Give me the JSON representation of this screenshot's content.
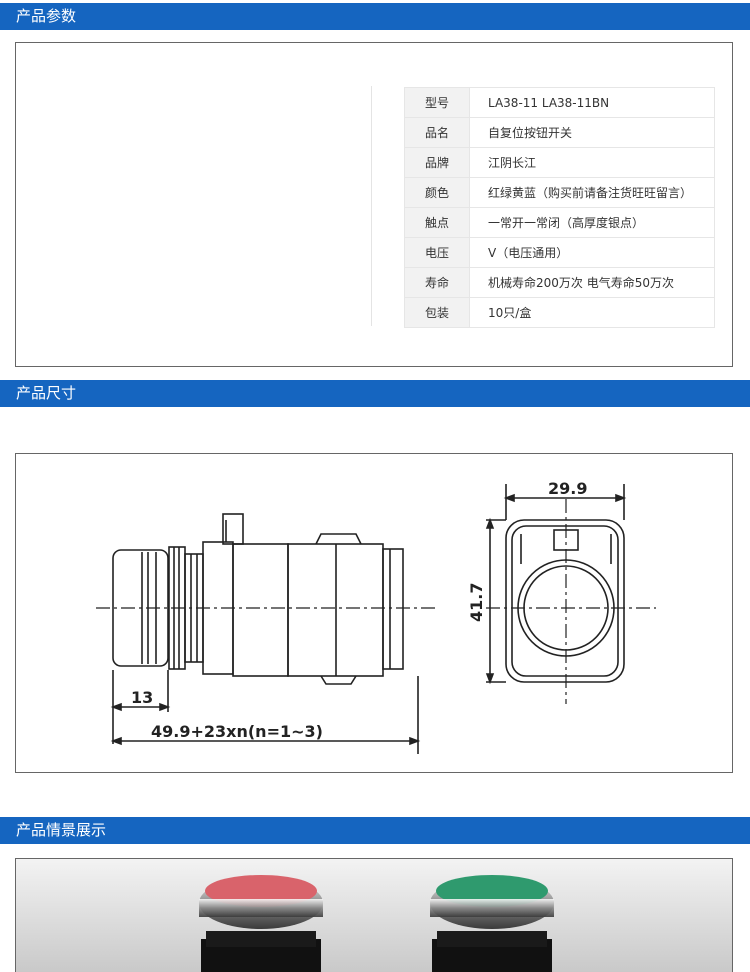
{
  "sections": {
    "params_title": "产品参数",
    "size_title": "产品尺寸",
    "scene_title": "产品情景展示"
  },
  "specs": [
    {
      "key": "型号",
      "value": "LA38-11   LA38-11BN"
    },
    {
      "key": "品名",
      "value": "自复位按钮开关"
    },
    {
      "key": "品牌",
      "value": "江阴长江"
    },
    {
      "key": "颜色",
      "value": "红绿黄蓝（购买前请备注货旺旺留言）"
    },
    {
      "key": "触点",
      "value": "一常开一常闭（高厚度银点）"
    },
    {
      "key": "电压",
      "value": "V（电压通用）"
    },
    {
      "key": "寿命",
      "value": "机械寿命200万次    电气寿命50万次"
    },
    {
      "key": "包装",
      "value": "10只/盒"
    }
  ],
  "drawing": {
    "dim_width": "29.9",
    "dim_height": "41.7",
    "dim_head": "13",
    "dim_length": "49.9+23xn(n=1~3)"
  },
  "colors": {
    "section_bar": "#1565c0",
    "button_red": "#d9636b",
    "button_green": "#2f9a6e"
  }
}
